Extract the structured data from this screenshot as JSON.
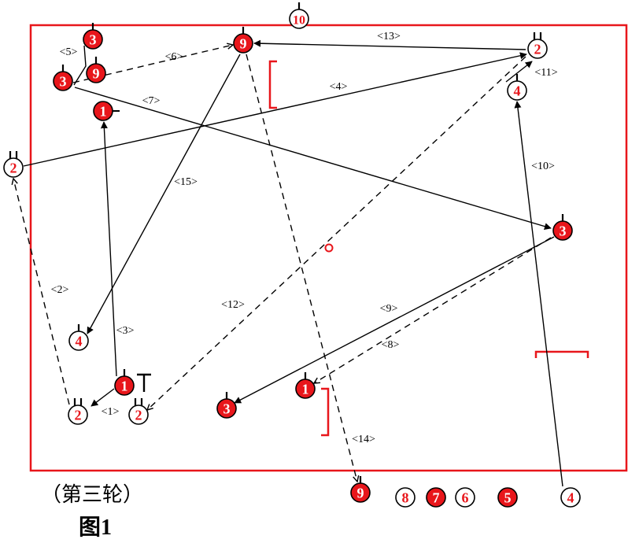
{
  "colors": {
    "court": "#e8161b",
    "red": "#e8161b",
    "ink": "#000000",
    "white": "#ffffff"
  },
  "caption": {
    "round": "（第三轮）",
    "figure": "图1"
  },
  "players": [
    {
      "id": "p10_top",
      "label": "10",
      "team": "white"
    },
    {
      "id": "p3_a",
      "label": "3",
      "team": "red"
    },
    {
      "id": "p9_a",
      "label": "9",
      "team": "red"
    },
    {
      "id": "p3_b",
      "label": "3",
      "team": "red"
    },
    {
      "id": "p1_a",
      "label": "1",
      "team": "red"
    },
    {
      "id": "p9_b",
      "label": "9",
      "team": "red"
    },
    {
      "id": "p2_a",
      "label": "2",
      "team": "white"
    },
    {
      "id": "p4_a",
      "label": "4",
      "team": "white"
    },
    {
      "id": "p2_b",
      "label": "2",
      "team": "white"
    },
    {
      "id": "p3_c",
      "label": "3",
      "team": "red"
    },
    {
      "id": "p4_b",
      "label": "4",
      "team": "white"
    },
    {
      "id": "p1_b",
      "label": "1",
      "team": "red"
    },
    {
      "id": "p2_c",
      "label": "2",
      "team": "white"
    },
    {
      "id": "p2_d",
      "label": "2",
      "team": "white"
    },
    {
      "id": "p3_d",
      "label": "3",
      "team": "red"
    },
    {
      "id": "p1_c",
      "label": "1",
      "team": "red"
    },
    {
      "id": "p9_c",
      "label": "9",
      "team": "red"
    },
    {
      "id": "p8",
      "label": "8",
      "team": "white"
    },
    {
      "id": "p7",
      "label": "7",
      "team": "red"
    },
    {
      "id": "p6",
      "label": "6",
      "team": "white"
    },
    {
      "id": "p5",
      "label": "5",
      "team": "red"
    },
    {
      "id": "p4_c",
      "label": "4",
      "team": "white"
    }
  ],
  "moves": [
    {
      "label": "<1>",
      "style": "solid"
    },
    {
      "label": "<2>",
      "style": "dashed"
    },
    {
      "label": "<3>",
      "style": "solid"
    },
    {
      "label": "<4>",
      "style": "solid"
    },
    {
      "label": "<5>",
      "style": "solid"
    },
    {
      "label": "<6>",
      "style": "dashed"
    },
    {
      "label": "<7>",
      "style": "solid"
    },
    {
      "label": "<8>",
      "style": "dashed"
    },
    {
      "label": "<9>",
      "style": "solid"
    },
    {
      "label": "<10>",
      "style": "solid"
    },
    {
      "label": "<11>",
      "style": "solid"
    },
    {
      "label": "<12>",
      "style": "dashed"
    },
    {
      "label": "<13>",
      "style": "solid"
    },
    {
      "label": "<14>",
      "style": "dashed"
    },
    {
      "label": "<15>",
      "style": "solid"
    }
  ]
}
